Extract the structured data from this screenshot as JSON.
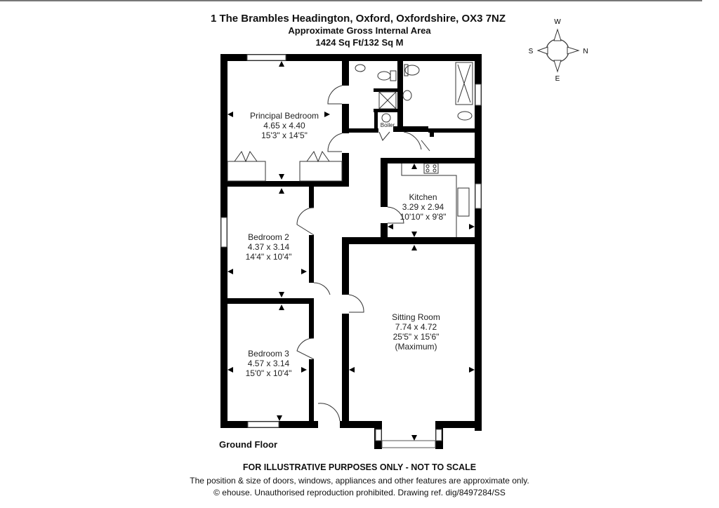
{
  "header": {
    "address": "1 The Brambles Headington, Oxford, Oxfordshire, OX3 7NZ",
    "area_title": "Approximate Gross Internal Area",
    "area_value": "1424 Sq Ft/132 Sq M"
  },
  "compass": {
    "top": "W",
    "left": "S",
    "right": "N",
    "bottom": "E"
  },
  "floor": {
    "label": "Ground Floor"
  },
  "rooms": [
    {
      "name": "Principal Bedroom",
      "metric": "4.65 x 4.40",
      "imperial": "15'3\" x 14'5\"",
      "note": ""
    },
    {
      "name": "Bedroom 2",
      "metric": "4.37 x 3.14",
      "imperial": "14'4\" x 10'4\"",
      "note": ""
    },
    {
      "name": "Bedroom 3",
      "metric": "4.57 x 3.14",
      "imperial": "15'0\" x 10'4\"",
      "note": ""
    },
    {
      "name": "Kitchen",
      "metric": "3.29 x 2.94",
      "imperial": "10'10\" x 9'8\"",
      "note": ""
    },
    {
      "name": "Sitting Room",
      "metric": "7.74 x 4.72",
      "imperial": "25'5\" x 15'6\"",
      "note": "(Maximum)"
    }
  ],
  "fixtures": {
    "boiler_label": "Boiler"
  },
  "footer": {
    "disclaimer_title": "FOR ILLUSTRATIVE PURPOSES ONLY - NOT TO SCALE",
    "disclaimer_text": "The position & size of doors, windows, appliances and other features are approximate only.",
    "copyright": "© ehouse. Unauthorised reproduction prohibited. Drawing ref. dig/8497284/SS"
  }
}
